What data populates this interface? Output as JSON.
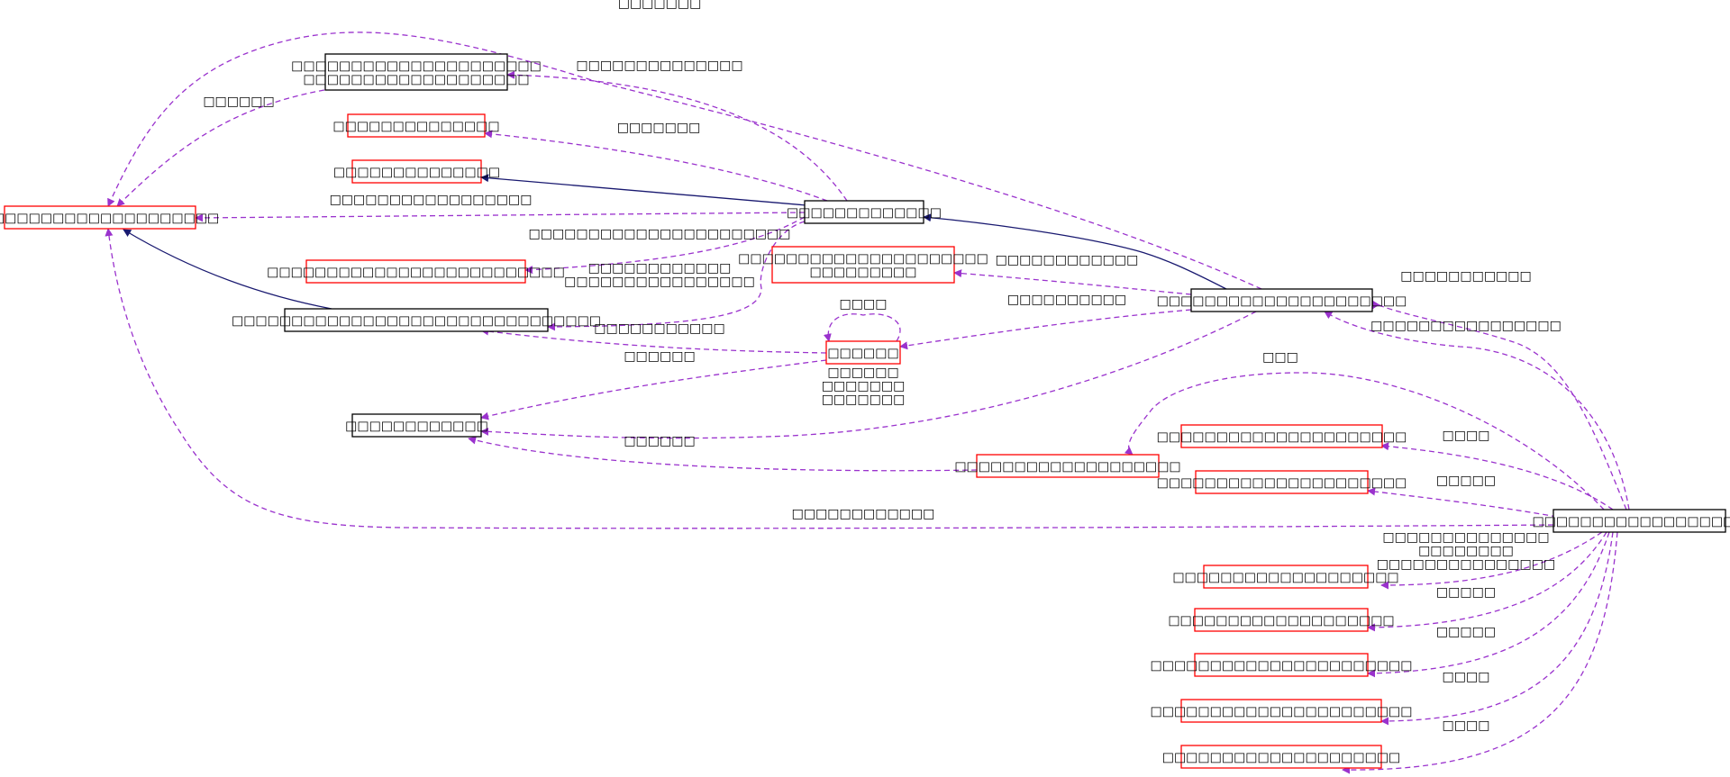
{
  "colors": {
    "background": "#ffffff",
    "collaboration_edge": "#9a32cd",
    "inheritance_edge": "#191970",
    "focus_fill": "#bfbfbf",
    "complete_border": "#000000",
    "truncated_border": "#ff0000",
    "text": "#000000"
  },
  "nodes": [
    {
      "id": "n0",
      "lines": [
        "□□□□□□□□□□□□□□□□□□□□"
      ],
      "border": "truncated"
    },
    {
      "id": "n1",
      "lines": [
        "□□□□□□□□□□□□□□□□□□□□□",
        "□□□□□□□□□□□□□□□□□□□"
      ],
      "border": "complete"
    },
    {
      "id": "n2",
      "lines": [
        "□□□□□□□□□□□□□□"
      ],
      "border": "truncated"
    },
    {
      "id": "n3",
      "lines": [
        "□□□□□□□□□□□□□□"
      ],
      "border": "truncated"
    },
    {
      "id": "n4",
      "lines": [
        "□□□□□□□□□□□□□□□□□□□□□□□□□"
      ],
      "border": "truncated"
    },
    {
      "id": "n5",
      "lines": [
        "□□□□□□□□□□□□□□□□□□□□□□□□□□□□□□□"
      ],
      "border": "complete"
    },
    {
      "id": "n6",
      "lines": [
        "□□□□□□□□□□□□□"
      ],
      "border": "complete"
    },
    {
      "id": "n7",
      "lines": [
        "□□□□□□□□□□□□"
      ],
      "border": "complete"
    },
    {
      "id": "n8",
      "lines": [
        "□□□□□□□□□□□□□□□□□□□□□",
        "□□□□□□□□□"
      ],
      "border": "truncated"
    },
    {
      "id": "n9",
      "lines": [
        "□□□□□□"
      ],
      "border": "truncated"
    },
    {
      "id": "n10",
      "lines": [
        "□□□□□□□□□□□□□□□□□□□□□"
      ],
      "border": "focus"
    },
    {
      "id": "n11",
      "lines": [
        "□□□□□□□□□□□□□□□□□□□□□"
      ],
      "border": "truncated"
    },
    {
      "id": "n12",
      "lines": [
        "□□□□□□□□□□□□□□□□□□□□□"
      ],
      "border": "truncated"
    },
    {
      "id": "n13",
      "lines": [
        "□□□□□□□□□□□□□□□□□□□"
      ],
      "border": "truncated"
    },
    {
      "id": "n14",
      "lines": [
        "□□□□□□□□□□□□□□□□□□"
      ],
      "border": "complete"
    },
    {
      "id": "n15",
      "lines": [
        "□□□□□□□□□□□□□□□□□□□"
      ],
      "border": "truncated"
    },
    {
      "id": "n16",
      "lines": [
        "□□□□□□□□□□□□□□□□□□□"
      ],
      "border": "truncated"
    },
    {
      "id": "n17",
      "lines": [
        "□□□□□□□□□□□□□□□□□□□□□□"
      ],
      "border": "truncated"
    },
    {
      "id": "n18",
      "lines": [
        "□□□□□□□□□□□□□□□□□□□□□□"
      ],
      "border": "truncated"
    },
    {
      "id": "n19",
      "lines": [
        "□□□□□□□□□□□□□□□□□□□□"
      ],
      "border": "truncated"
    }
  ],
  "edges": [
    {
      "id": "e0",
      "kind": "collaboration",
      "label_lines": [
        "□□□□□□"
      ]
    },
    {
      "id": "e1",
      "kind": "collaboration",
      "label_lines": [
        "□□□□□□□□□□□□□□"
      ]
    },
    {
      "id": "e2",
      "kind": "collaboration",
      "label_lines": [
        "□□□□□□□"
      ]
    },
    {
      "id": "e3",
      "kind": "inheritance",
      "label_lines": []
    },
    {
      "id": "e4",
      "kind": "collaboration",
      "label_lines": [
        "□□□□□□□□□□□□□□□□□"
      ]
    },
    {
      "id": "e5",
      "kind": "collaboration",
      "label_lines": [
        "□□□□□□□□□□□□□□□□□□□□□□"
      ]
    },
    {
      "id": "e6",
      "kind": "collaboration",
      "label_lines": [
        "□□□□□□□□□□□□",
        "□□□□□□□□□□□□□□□□"
      ]
    },
    {
      "id": "e7",
      "kind": "inheritance",
      "label_lines": []
    },
    {
      "id": "e8",
      "kind": "collaboration",
      "label_lines": [
        "□□□□□□□□□□□□"
      ]
    },
    {
      "id": "e9",
      "kind": "collaboration",
      "label_lines": [
        "□□□□□□□□□□"
      ]
    },
    {
      "id": "e10",
      "kind": "collaboration",
      "label_lines": [
        "□□□□"
      ]
    },
    {
      "id": "e11",
      "kind": "inheritance",
      "label_lines": []
    },
    {
      "id": "e12",
      "kind": "collaboration",
      "label_lines": [
        "□□□□□□□□□□□"
      ]
    },
    {
      "id": "e13",
      "kind": "collaboration",
      "label_lines": [
        "□□□□□□"
      ]
    },
    {
      "id": "e14",
      "kind": "collaboration",
      "label_lines": [
        "□□□□□□"
      ]
    },
    {
      "id": "e15",
      "kind": "collaboration",
      "label_lines": [
        "□□□□□□",
        "□□□□□□□",
        "□□□□□□□"
      ]
    },
    {
      "id": "e16",
      "kind": "collaboration",
      "label_lines": [
        "□□□□□□□"
      ]
    },
    {
      "id": "e17",
      "kind": "collaboration",
      "label_lines": [
        "□□□□□□□□□□□"
      ]
    },
    {
      "id": "e18",
      "kind": "collaboration",
      "label_lines": [
        "□□□□□□□□□□□□□□□□"
      ]
    },
    {
      "id": "e19",
      "kind": "collaboration",
      "label_lines": [
        "□□□"
      ]
    },
    {
      "id": "e20",
      "kind": "collaboration",
      "label_lines": [
        "□□□□"
      ]
    },
    {
      "id": "e21",
      "kind": "collaboration",
      "label_lines": [
        "□□□□□"
      ]
    },
    {
      "id": "e22",
      "kind": "collaboration",
      "label_lines": [
        "□□□□□□□□□□□□"
      ]
    },
    {
      "id": "e23",
      "kind": "collaboration",
      "label_lines": [
        "□□□□□□□□□□□□□□",
        "□□□□□□□□",
        "□□□□□□□□□□□□□□□"
      ]
    },
    {
      "id": "e24",
      "kind": "collaboration",
      "label_lines": [
        "□□□□□"
      ]
    },
    {
      "id": "e25",
      "kind": "collaboration",
      "label_lines": [
        "□□□□□"
      ]
    },
    {
      "id": "e26",
      "kind": "collaboration",
      "label_lines": [
        "□□□□"
      ]
    },
    {
      "id": "e27",
      "kind": "collaboration",
      "label_lines": [
        "□□□□"
      ]
    }
  ]
}
